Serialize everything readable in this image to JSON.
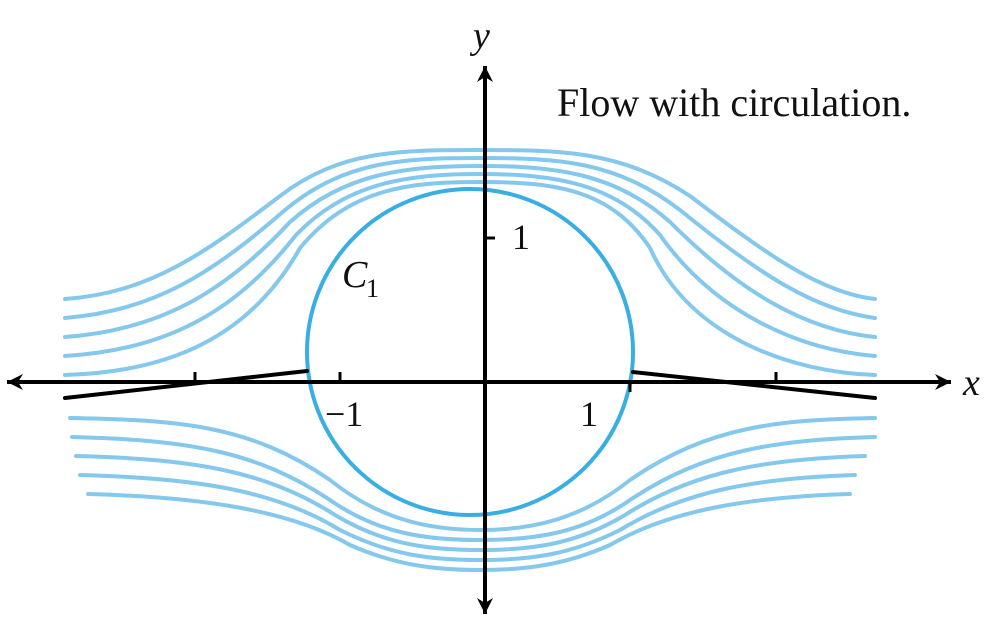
{
  "title": "Flow with circulation.",
  "axes": {
    "x_label": "x",
    "y_label": "y",
    "ticks": {
      "x_neg_one": "−1",
      "x_one": "1",
      "y_one": "1"
    }
  },
  "circle_label": {
    "base": "C",
    "subscript": "1"
  },
  "colors": {
    "streamline": "#84c8ee",
    "circle": "#38aee3",
    "axes": "#000000",
    "text": "#111111"
  }
}
